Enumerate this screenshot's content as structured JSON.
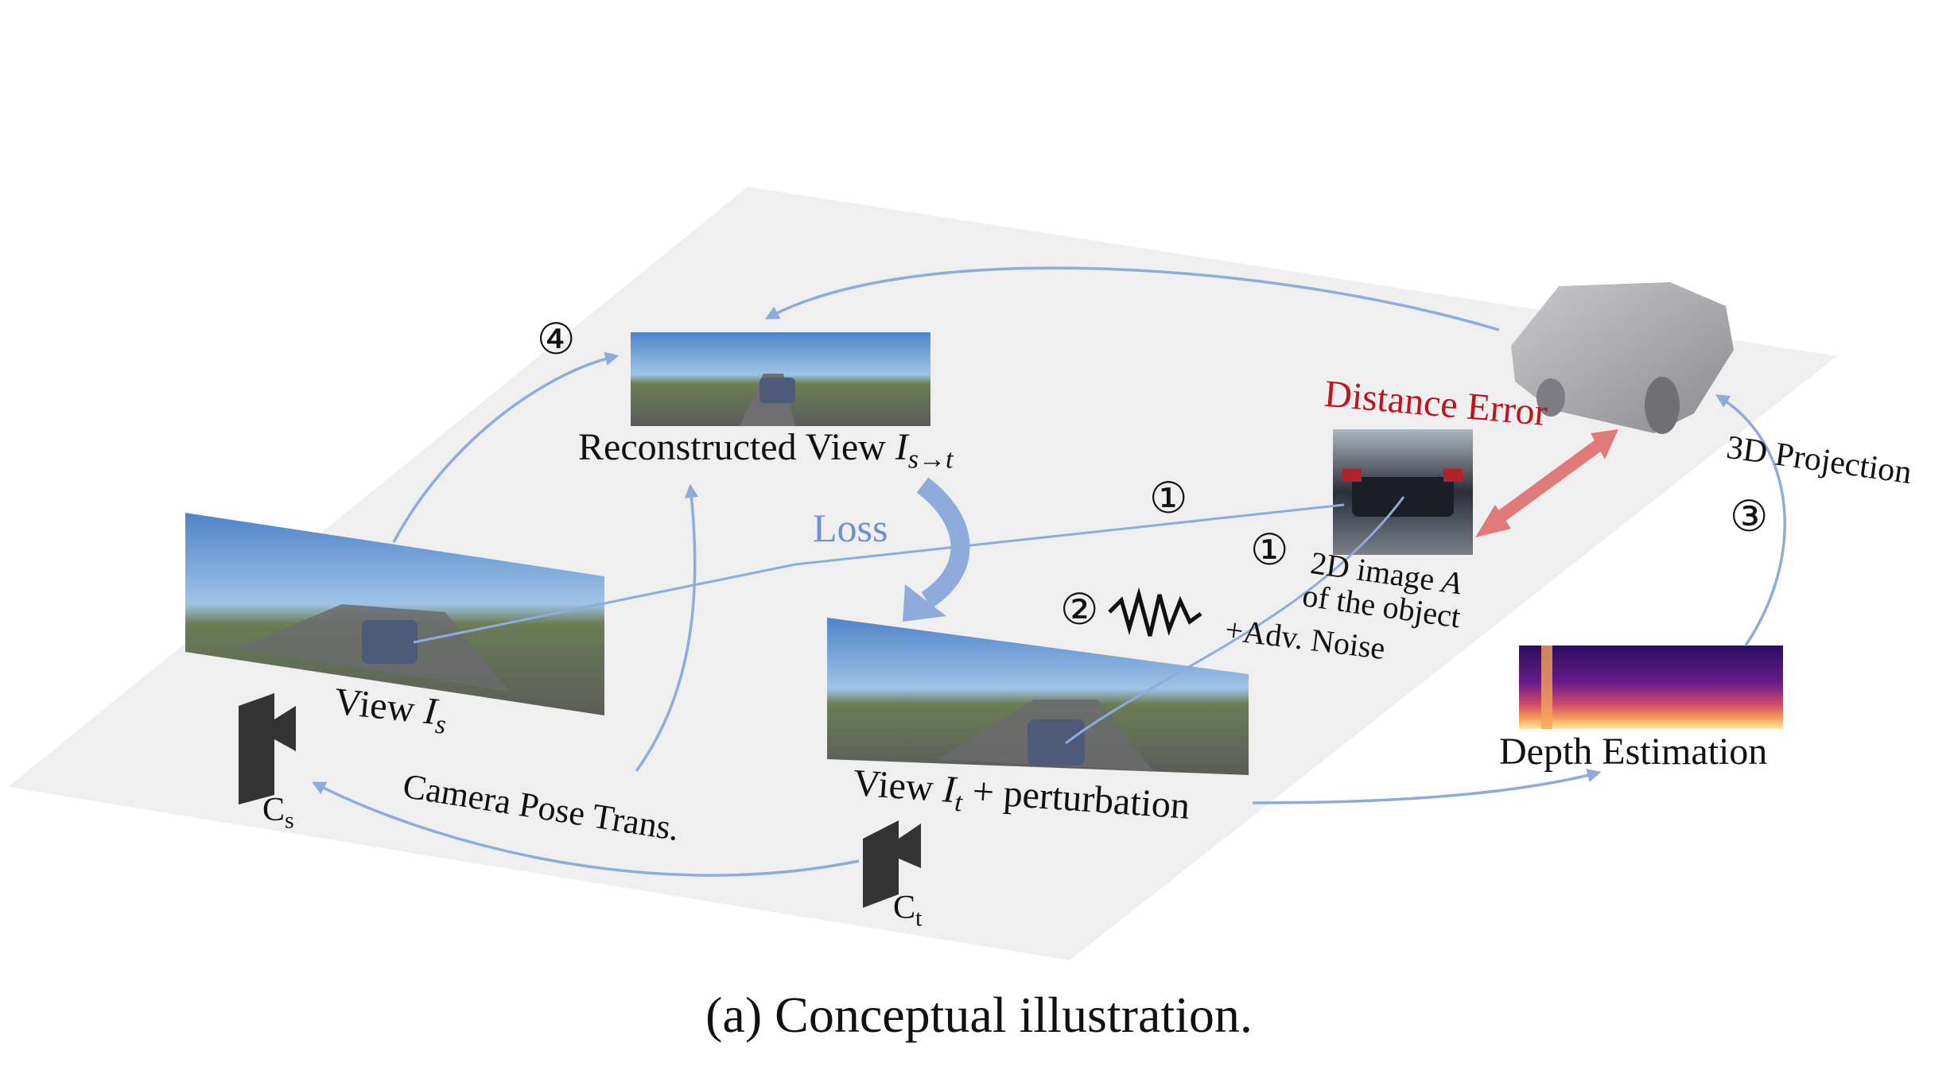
{
  "labels": {
    "reconstructed_view": "Reconstructed View ",
    "reconstructed_view_sym": "I",
    "reconstructed_view_sub": "s→t",
    "view_s": "View ",
    "view_s_sym": "I",
    "view_s_sub": "s",
    "view_t": "View ",
    "view_t_sym": "I",
    "view_t_sub": "t",
    "view_t_suffix": " + perturbation",
    "loss": "Loss",
    "distance_error": "Distance Error",
    "image_a_line1": "2D  image ",
    "image_a_sym": "A",
    "image_a_line2": "of the object",
    "adv_noise": "+Adv. Noise",
    "projection": "3D Projection",
    "depth_estimation": "Depth Estimation",
    "camera_pose": "Camera Pose Trans.",
    "cam_s": "C",
    "cam_s_sub": "s",
    "cam_t": "C",
    "cam_t_sub": "t"
  },
  "steps": {
    "step1_top": "①",
    "step1_obj": "①",
    "step2": "②",
    "step3": "③",
    "step4": "④"
  },
  "caption": "(a) Conceptual illustration.",
  "colors": {
    "arrow": "#8eabdc",
    "loss": "#6f8fd0",
    "distance_error": "#c1121f",
    "distance_arrow": "#e07a7a",
    "plane": "#efefef",
    "camera": "#333333"
  }
}
